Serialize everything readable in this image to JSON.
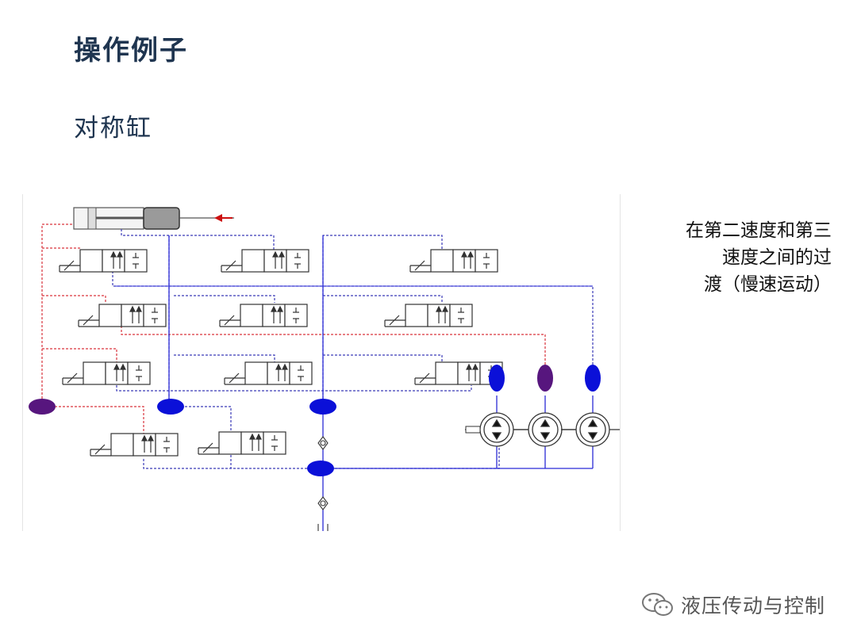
{
  "slide": {
    "title": "操作例子",
    "subtitle": "对称缸"
  },
  "caption": {
    "lines": [
      "在第二速度和第三",
      "速度之间的过",
      "渡（慢速运动）"
    ]
  },
  "watermark": {
    "text": "液压传动与控制",
    "icon": "wechat-icon"
  },
  "colors": {
    "title": "#1f3550",
    "pilot_line_red": "#d9343c",
    "pilot_line_blue": "#3a3ab8",
    "supply_line": "#2b2bd6",
    "node_blue": "#0b10d8",
    "node_purple": "#57167e",
    "arrow_red": "#cc1111"
  }
}
